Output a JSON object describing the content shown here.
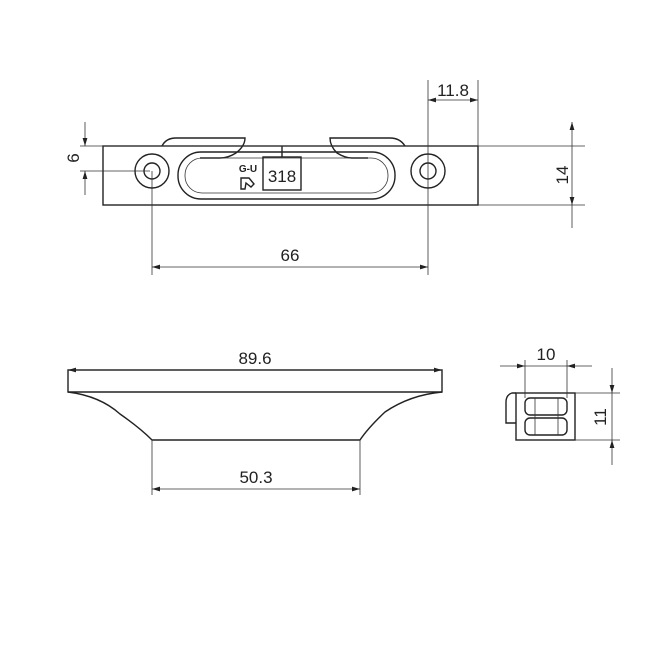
{
  "drawing": {
    "top_view": {
      "dimensions": {
        "width_hole_spacing": "66",
        "edge_offset": "11.8",
        "hole_height": "6",
        "height": "14"
      },
      "marking": {
        "brand": "G-U",
        "part_number": "318"
      }
    },
    "front_view": {
      "dimensions": {
        "top_length": "89.6",
        "bottom_length": "50.3"
      }
    },
    "side_view": {
      "dimensions": {
        "width": "10",
        "height": "11"
      }
    },
    "line_color": "#222222"
  }
}
